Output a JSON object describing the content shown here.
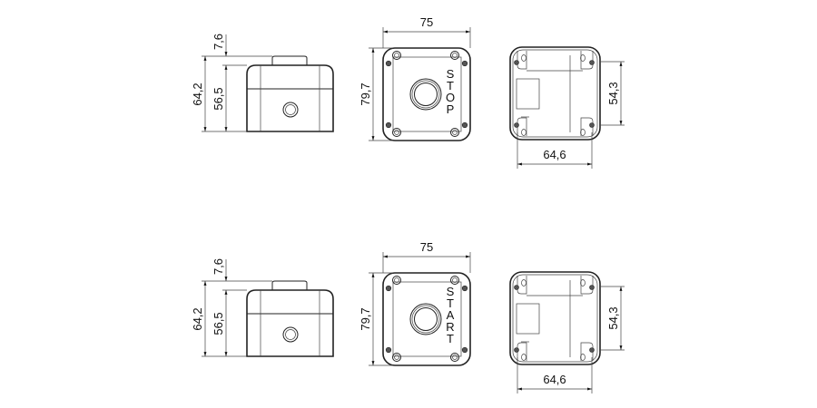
{
  "drawings": [
    {
      "button_label": [
        "S",
        "T",
        "O",
        "P"
      ],
      "side_view": {
        "total_height": "64,2",
        "body_height": "56,5",
        "button_height": "7,6"
      },
      "front_view": {
        "width": "75",
        "height": "79,7"
      },
      "back_view": {
        "hole_spacing_x": "64,6",
        "hole_spacing_y": "54,3"
      }
    },
    {
      "button_label": [
        "S",
        "T",
        "A",
        "R",
        "T"
      ],
      "side_view": {
        "total_height": "64,2",
        "body_height": "56,5",
        "button_height": "7,6"
      },
      "front_view": {
        "width": "75",
        "height": "79,7"
      },
      "back_view": {
        "hole_spacing_x": "64,6",
        "hole_spacing_y": "54,3"
      }
    }
  ]
}
